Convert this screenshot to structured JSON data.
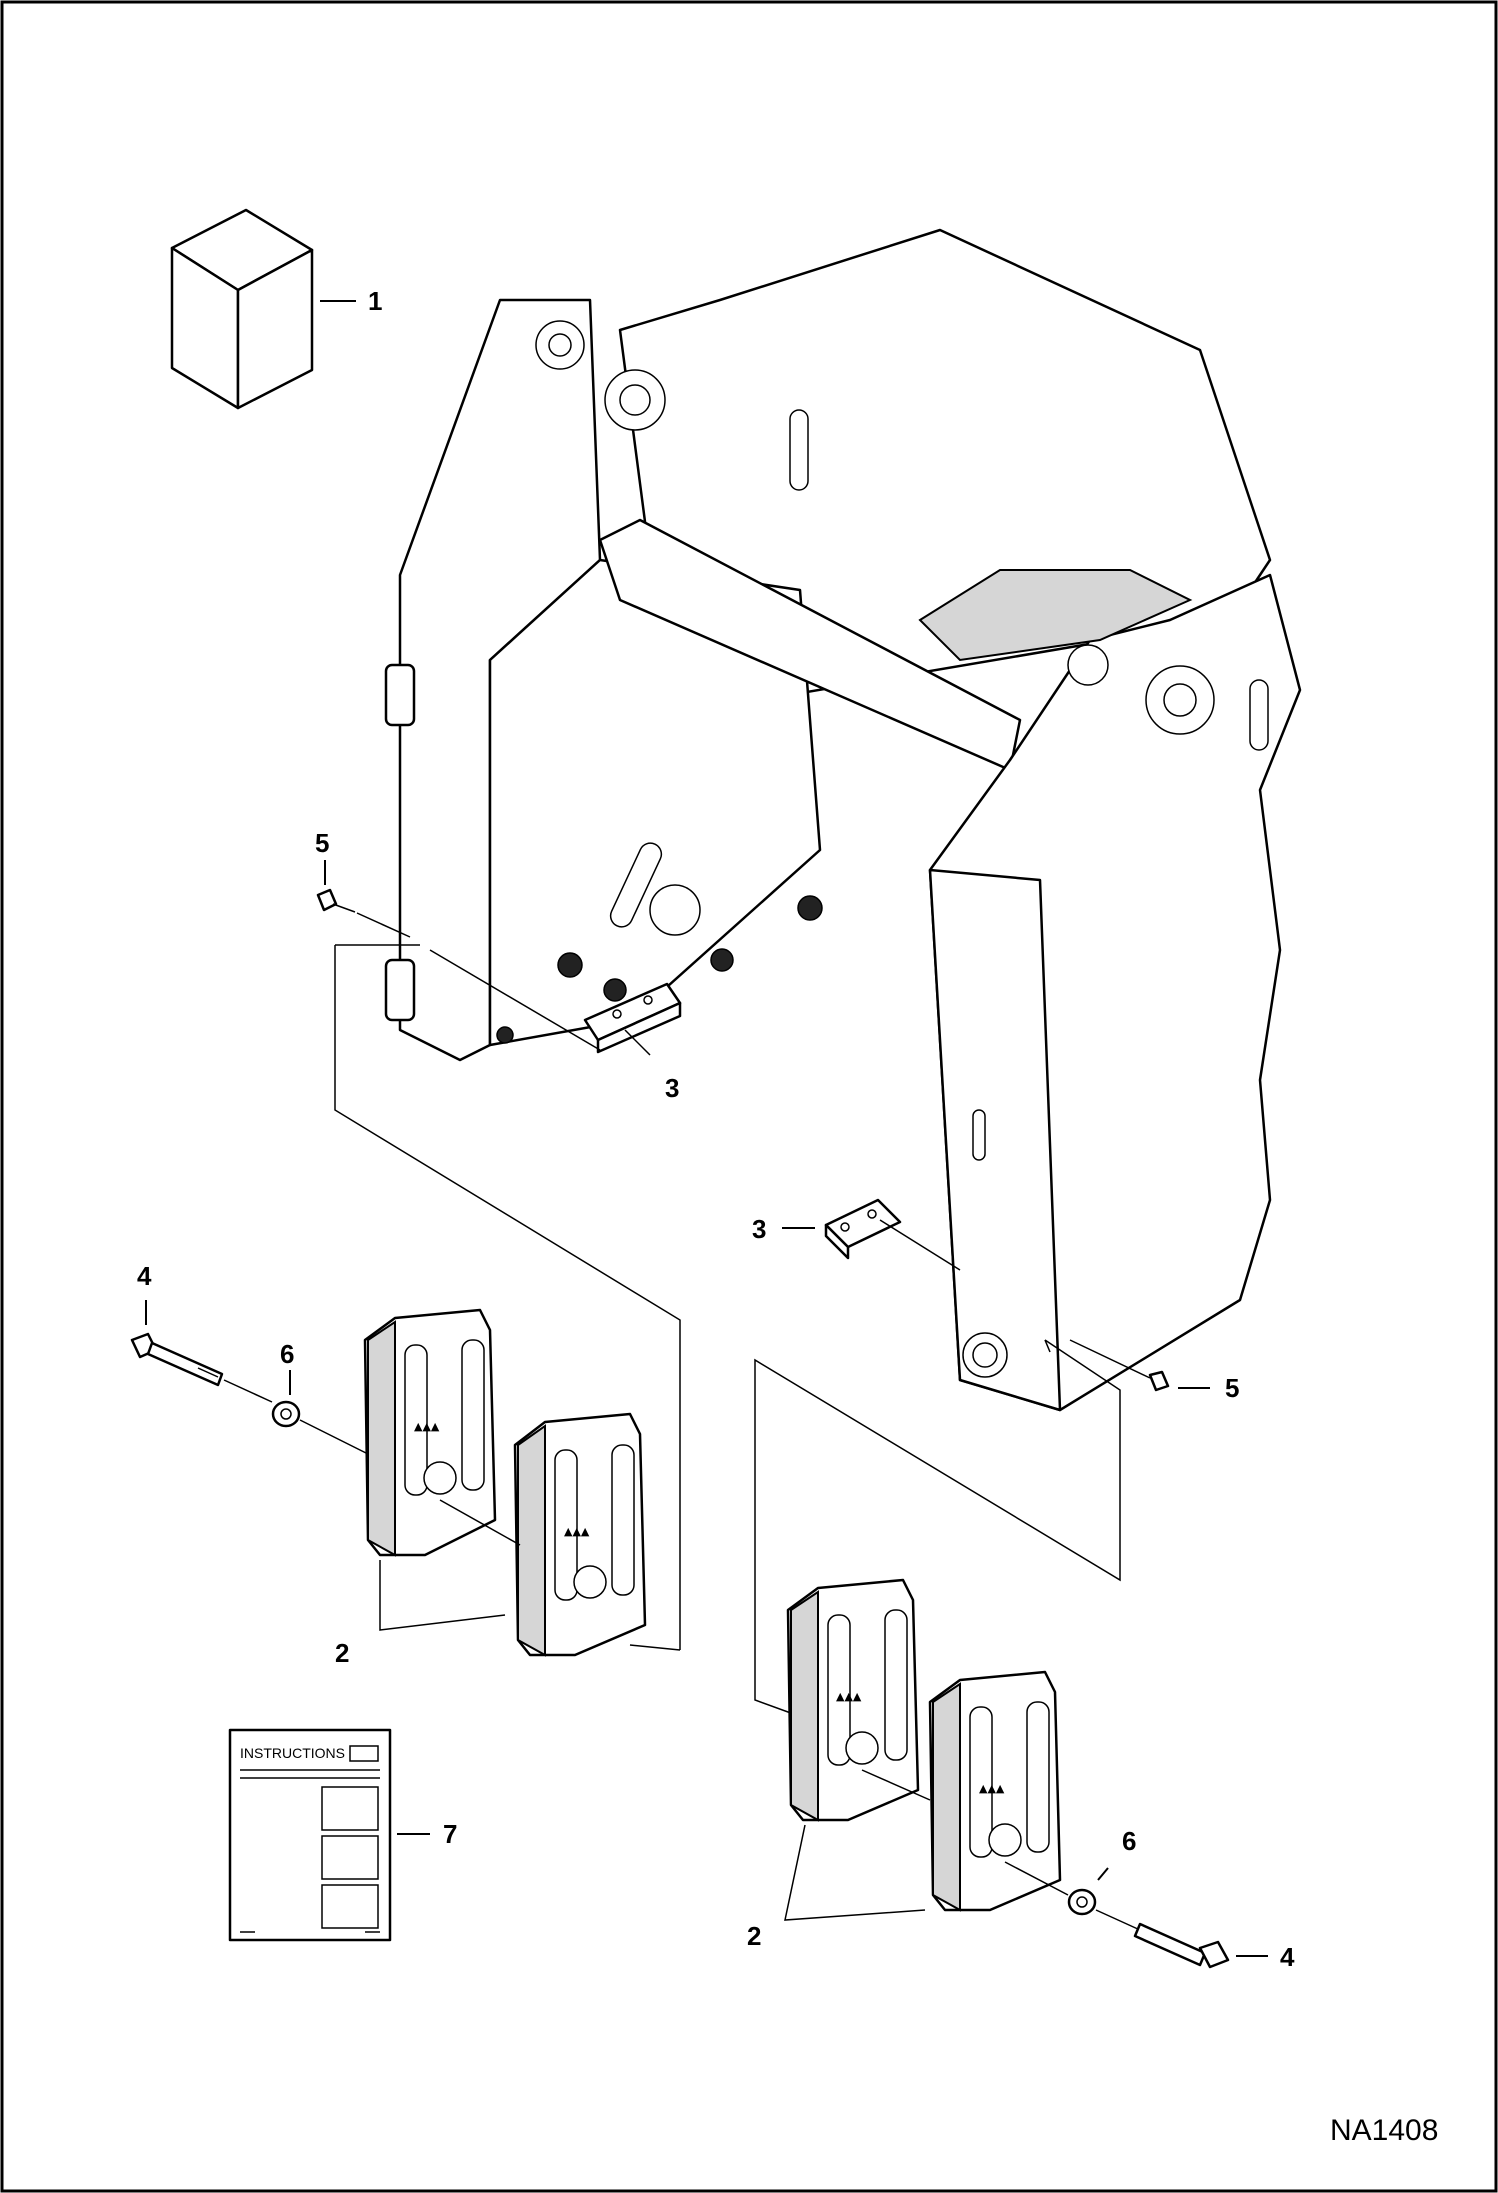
{
  "figure": {
    "id_label": "NA1408"
  },
  "callouts": {
    "c1": "1",
    "c2_left": "2",
    "c2_right": "2",
    "c3_upper": "3",
    "c3_lower": "3",
    "c4_left": "4",
    "c4_right": "4",
    "c5_left": "5",
    "c5_right": "5",
    "c6_left": "6",
    "c6_right": "6",
    "c7": "7"
  },
  "instructions_sheet": {
    "title": "INSTRUCTIONS"
  },
  "parts": {
    "box_icon": "kit-box-icon",
    "weight_icon": "counterweight-icon",
    "bolt_icon": "bolt-icon",
    "washer_icon": "washer-icon",
    "plate_icon": "mounting-plate-icon",
    "sheet_icon": "instruction-sheet-icon"
  }
}
